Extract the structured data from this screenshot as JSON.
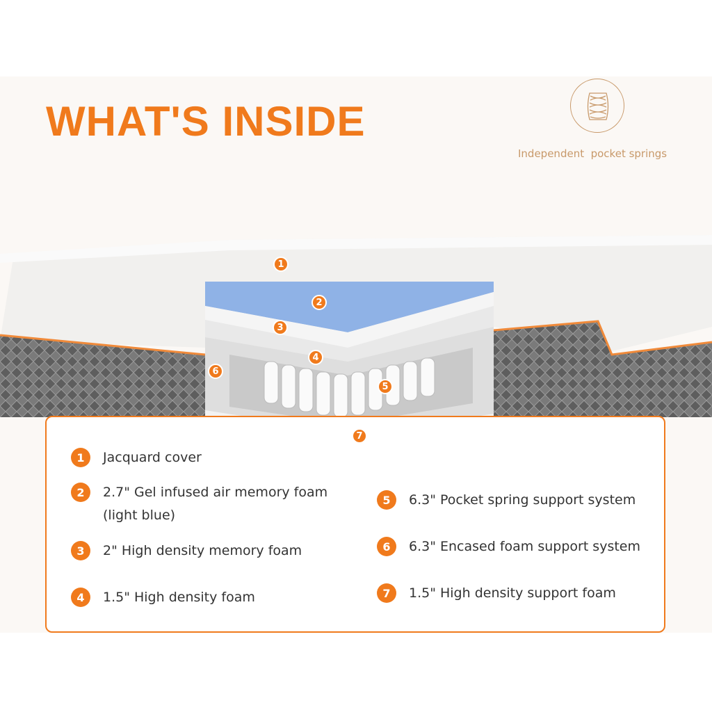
{
  "title": "WHAT'S INSIDE",
  "badge": {
    "icon": "pocket-spring-icon",
    "caption": "Independent  pocket springs"
  },
  "colors": {
    "accent": "#f07a1c",
    "badge": "#c8996a",
    "gel_foam": "#8fb2e6",
    "quilt": "#6b6b6b"
  },
  "markers": [
    "1",
    "2",
    "3",
    "4",
    "5",
    "6",
    "7"
  ],
  "legend": {
    "left": [
      {
        "n": "1",
        "text": "Jacquard cover"
      },
      {
        "n": "2",
        "text": "2.7\" Gel infused air memory foam (light blue)"
      },
      {
        "n": "3",
        "text": "2\" High density memory foam"
      },
      {
        "n": "4",
        "text": "1.5\" High density foam"
      }
    ],
    "right": [
      {
        "n": "5",
        "text": "6.3\" Pocket spring support system"
      },
      {
        "n": "6",
        "text": "6.3\" Encased foam support system"
      },
      {
        "n": "7",
        "text": "1.5\" High density support foam"
      }
    ]
  }
}
